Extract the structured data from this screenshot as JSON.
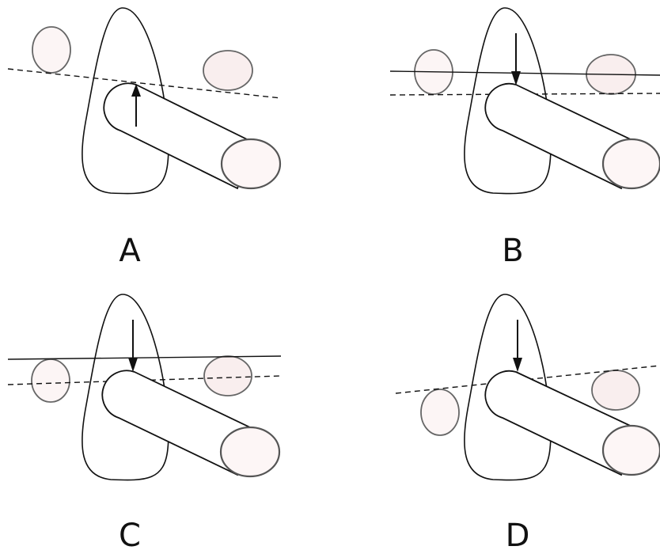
{
  "colors": {
    "stroke": "#111111",
    "cap_fill": "#fdf6f6",
    "blob_fill": "#fcf5f5",
    "blob_fill_alt": "#f9eeee"
  },
  "panels": [
    {
      "id": "A",
      "label": "A",
      "arrow_direction": "up",
      "has_solid_line": false,
      "has_dashed_line": true
    },
    {
      "id": "B",
      "label": "B",
      "arrow_direction": "down",
      "has_solid_line": true,
      "has_dashed_line": true
    },
    {
      "id": "C",
      "label": "C",
      "arrow_direction": "down",
      "has_solid_line": true,
      "has_dashed_line": true
    },
    {
      "id": "D",
      "label": "D",
      "arrow_direction": "down",
      "has_solid_line": false,
      "has_dashed_line": true
    }
  ]
}
